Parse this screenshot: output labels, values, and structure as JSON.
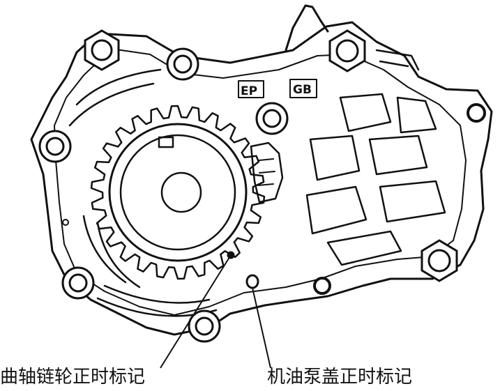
{
  "callouts": {
    "crankshaft_sprocket_mark": "曲轴链轮正时标记",
    "oil_pump_cover_mark": "机油泵盖正时标记"
  },
  "embossed_markings": {
    "left": "EP",
    "right": "GB"
  },
  "colors": {
    "ink": "#111111",
    "background": "#ffffff"
  }
}
